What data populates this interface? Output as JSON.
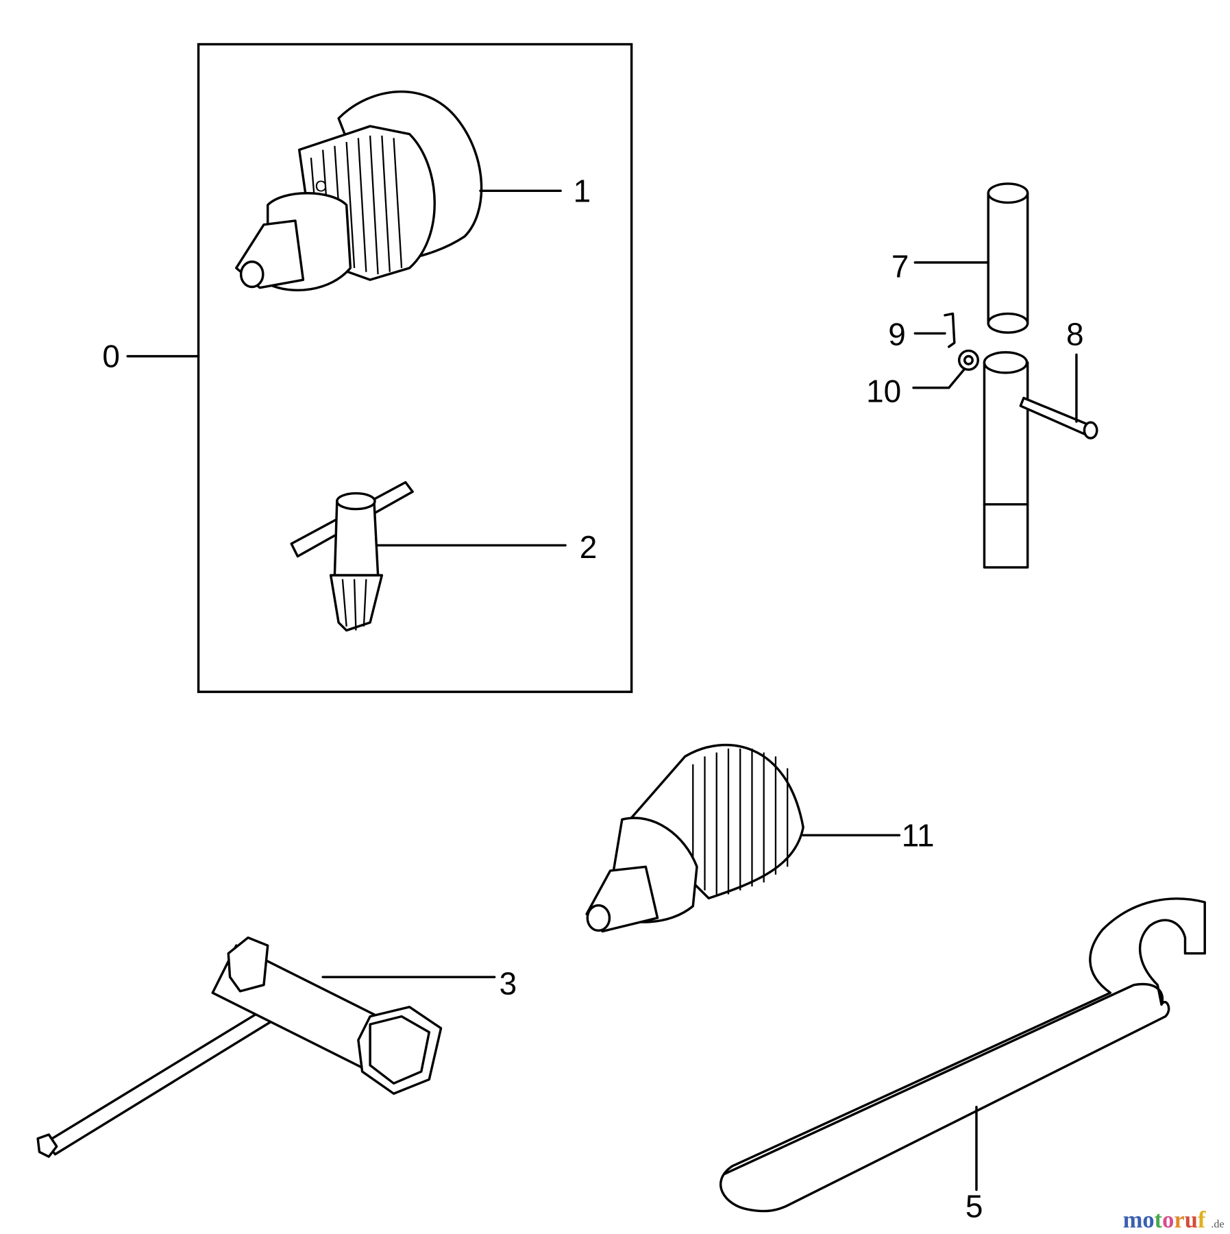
{
  "callouts": {
    "c0": "0",
    "c1": "1",
    "c2": "2",
    "c3": "3",
    "c5": "5",
    "c7": "7",
    "c8": "8",
    "c9": "9",
    "c10": "10",
    "c11": "11"
  },
  "watermark": {
    "letters": [
      "m",
      "o",
      "t",
      "o",
      "r",
      "u",
      "f"
    ],
    "suffix": ".de",
    "colors": [
      "#3a5fb0",
      "#3a5fb0",
      "#4aa84a",
      "#d94c8c",
      "#e08a2a",
      "#d44b3a",
      "#e0b020"
    ]
  }
}
